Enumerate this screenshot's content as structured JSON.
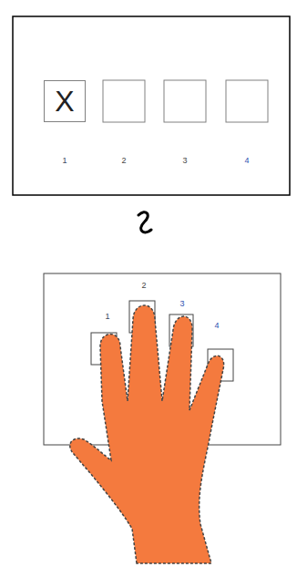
{
  "diagram": {
    "nodes": [
      {
        "text": [
          "X"
        ]
      }
    ],
    "labels": [
      "1",
      "2",
      "3",
      "4",
      "1",
      "2",
      "3",
      "4"
    ]
  }
}
